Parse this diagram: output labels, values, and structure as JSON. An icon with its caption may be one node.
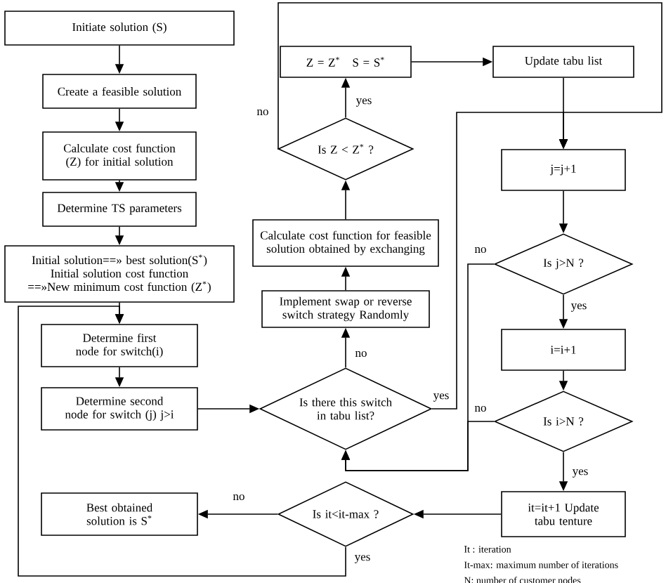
{
  "diagram": {
    "nodes": [
      {
        "text": [
          "Initiate solution (S)"
        ]
      },
      {
        "text": [
          "Create a feasible solution"
        ]
      },
      {
        "text": [
          "Calculate cost function (Z) for initial solution"
        ]
      },
      {
        "text": [
          "Determine TS parameters"
        ]
      },
      {
        "text": [
          "Initial solution==» best solution(S$^{*}$) Initial solution cost function ==»New minimum cost function (Z$^{*}$)"
        ]
      },
      {
        "text": [
          "Determine first node for switch(i)"
        ]
      },
      {
        "text": [
          "Determine second node for switch (j) j>i"
        ]
      },
      {
        "text": [
          "Is there this switch in tabu list?"
        ]
      },
      {
        "text": [
          "Implement swap or reverse switch strategy Randomly"
        ]
      },
      {
        "text": [
          "Calculate cost function for feasible solution obtained by exchanging"
        ]
      },
      {
        "text": [
          "Is Z < Z$^{*}$ ?"
        ]
      },
      {
        "text": [
          "Z = Z$^{*}$",
          "S = S$^{*}$"
        ]
      },
      {
        "text": [
          "Update tabu list"
        ]
      },
      {
        "text": [
          "j=j+1"
        ]
      },
      {
        "text": [
          "Is j>N ?"
        ]
      },
      {
        "text": [
          "i=i+1"
        ]
      },
      {
        "text": [
          "Is i>N ?"
        ]
      },
      {
        "text": [
          "it=it+1 Update tabu tenture"
        ]
      },
      {
        "text": [
          "Is it<it-max ?"
        ]
      },
      {
        "text": [
          "Best obtained solution is S$^{*}$"
        ]
      }
    ],
    "edges": [
      {
        "from": 0,
        "to": 1,
        "arrow": "to"
      },
      {
        "from": 1,
        "to": 2,
        "arrow": "to"
      },
      {
        "from": 2,
        "to": 3,
        "arrow": "to"
      },
      {
        "from": 3,
        "to": 4,
        "arrow": "to"
      },
      {
        "from": 4,
        "to": 5,
        "arrow": "to"
      },
      {
        "from": 5,
        "to": 6,
        "arrow": "to"
      },
      {
        "from": 6,
        "to": 7,
        "arrow": "to"
      },
      {
        "from": 7,
        "to": 8,
        "arrow": "to",
        "label": "no"
      },
      {
        "from": 8,
        "to": 9,
        "arrow": "to"
      },
      {
        "from": 9,
        "to": 10,
        "arrow": "to"
      },
      {
        "from": 10,
        "to": 11,
        "arrow": "to",
        "label": "yes"
      },
      {
        "from": 10,
        "to": 13,
        "arrow": "to",
        "label": "no"
      },
      {
        "from": 11,
        "to": 12,
        "arrow": "to"
      },
      {
        "from": 12,
        "to": 13,
        "arrow": "to"
      },
      {
        "from": 7,
        "to": 13,
        "arrow": "to",
        "label": "yes"
      },
      {
        "from": 13,
        "to": 14,
        "arrow": "to"
      },
      {
        "from": 14,
        "to": 15,
        "arrow": "to",
        "label": "yes"
      },
      {
        "from": 14,
        "to": 7,
        "arrow": "to",
        "label": "no"
      },
      {
        "from": 15,
        "to": 16,
        "arrow": "to"
      },
      {
        "from": 16,
        "to": 7,
        "arrow": "to",
        "label": "no"
      },
      {
        "from": 16,
        "to": 17,
        "arrow": "to",
        "label": "yes"
      },
      {
        "from": 17,
        "to": 18,
        "arrow": "to"
      },
      {
        "from": 18,
        "to": 19,
        "arrow": "to",
        "label": "no"
      },
      {
        "from": 18,
        "to": 5,
        "arrow": "to",
        "label": "yes"
      }
    ],
    "labels": [
      "It :  iteration",
      "It-max: maximum number of iterations",
      "N: number of customer nodes"
    ]
  }
}
